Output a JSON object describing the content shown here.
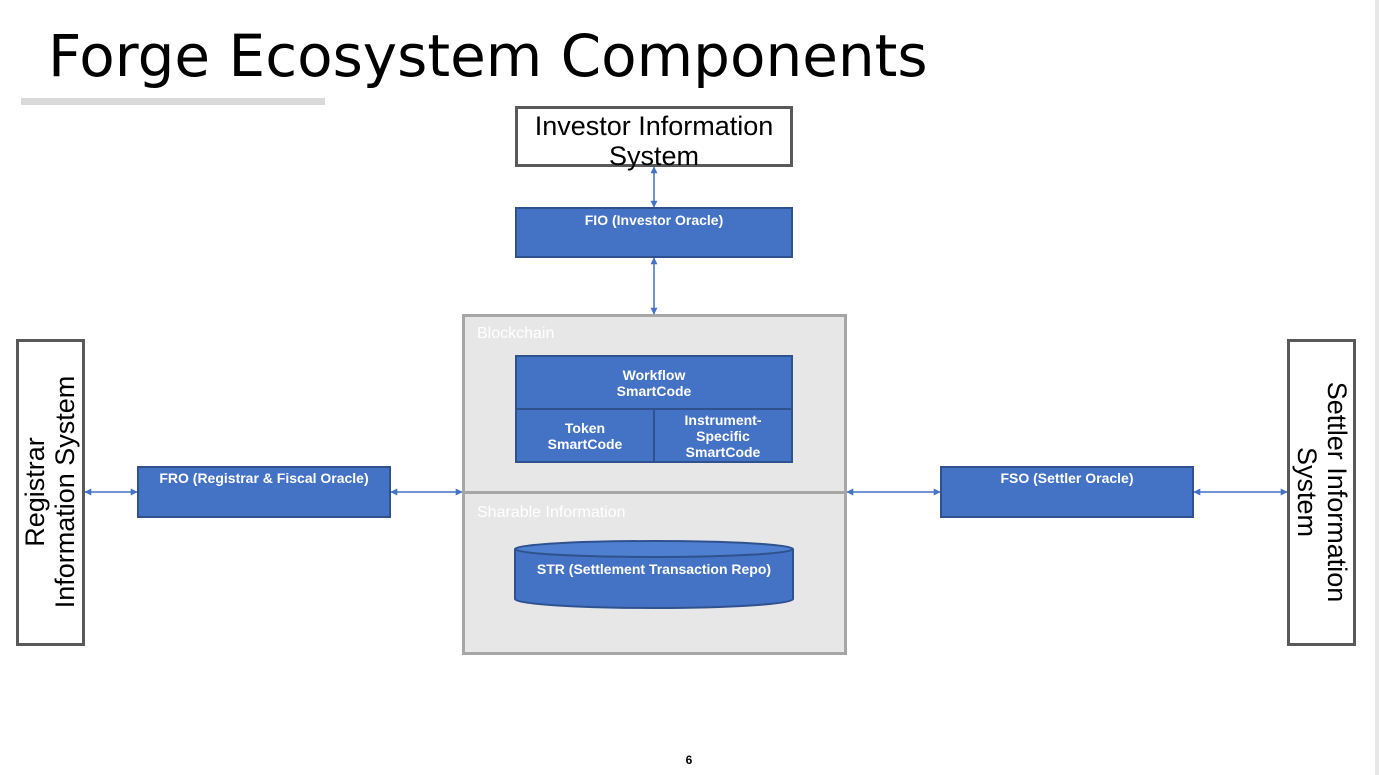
{
  "slide": {
    "title": "Forge Ecosystem Components",
    "page_number": "6"
  },
  "systems": {
    "investor": "Investor Information System",
    "registrar": "Registrar Information System",
    "settler": "Settler Information System"
  },
  "oracles": {
    "fio": "FIO  (Investor Oracle)",
    "fro": "FRO (Registrar & Fiscal Oracle)",
    "fso": "FSO  (Settler Oracle)"
  },
  "blockchain": {
    "label": "Blockchain",
    "workflow": "Workflow SmartCode",
    "token": "Token SmartCode",
    "instrument": "Instrument-Specific SmartCode"
  },
  "sharable": {
    "label": "Sharable Information",
    "repo": "STR (Settlement Transaction Repo)"
  },
  "colors": {
    "box_fill": "#4472c4",
    "arrow": "#4472c4",
    "zone_fill": "#e7e7e7",
    "system_border": "#595959"
  }
}
